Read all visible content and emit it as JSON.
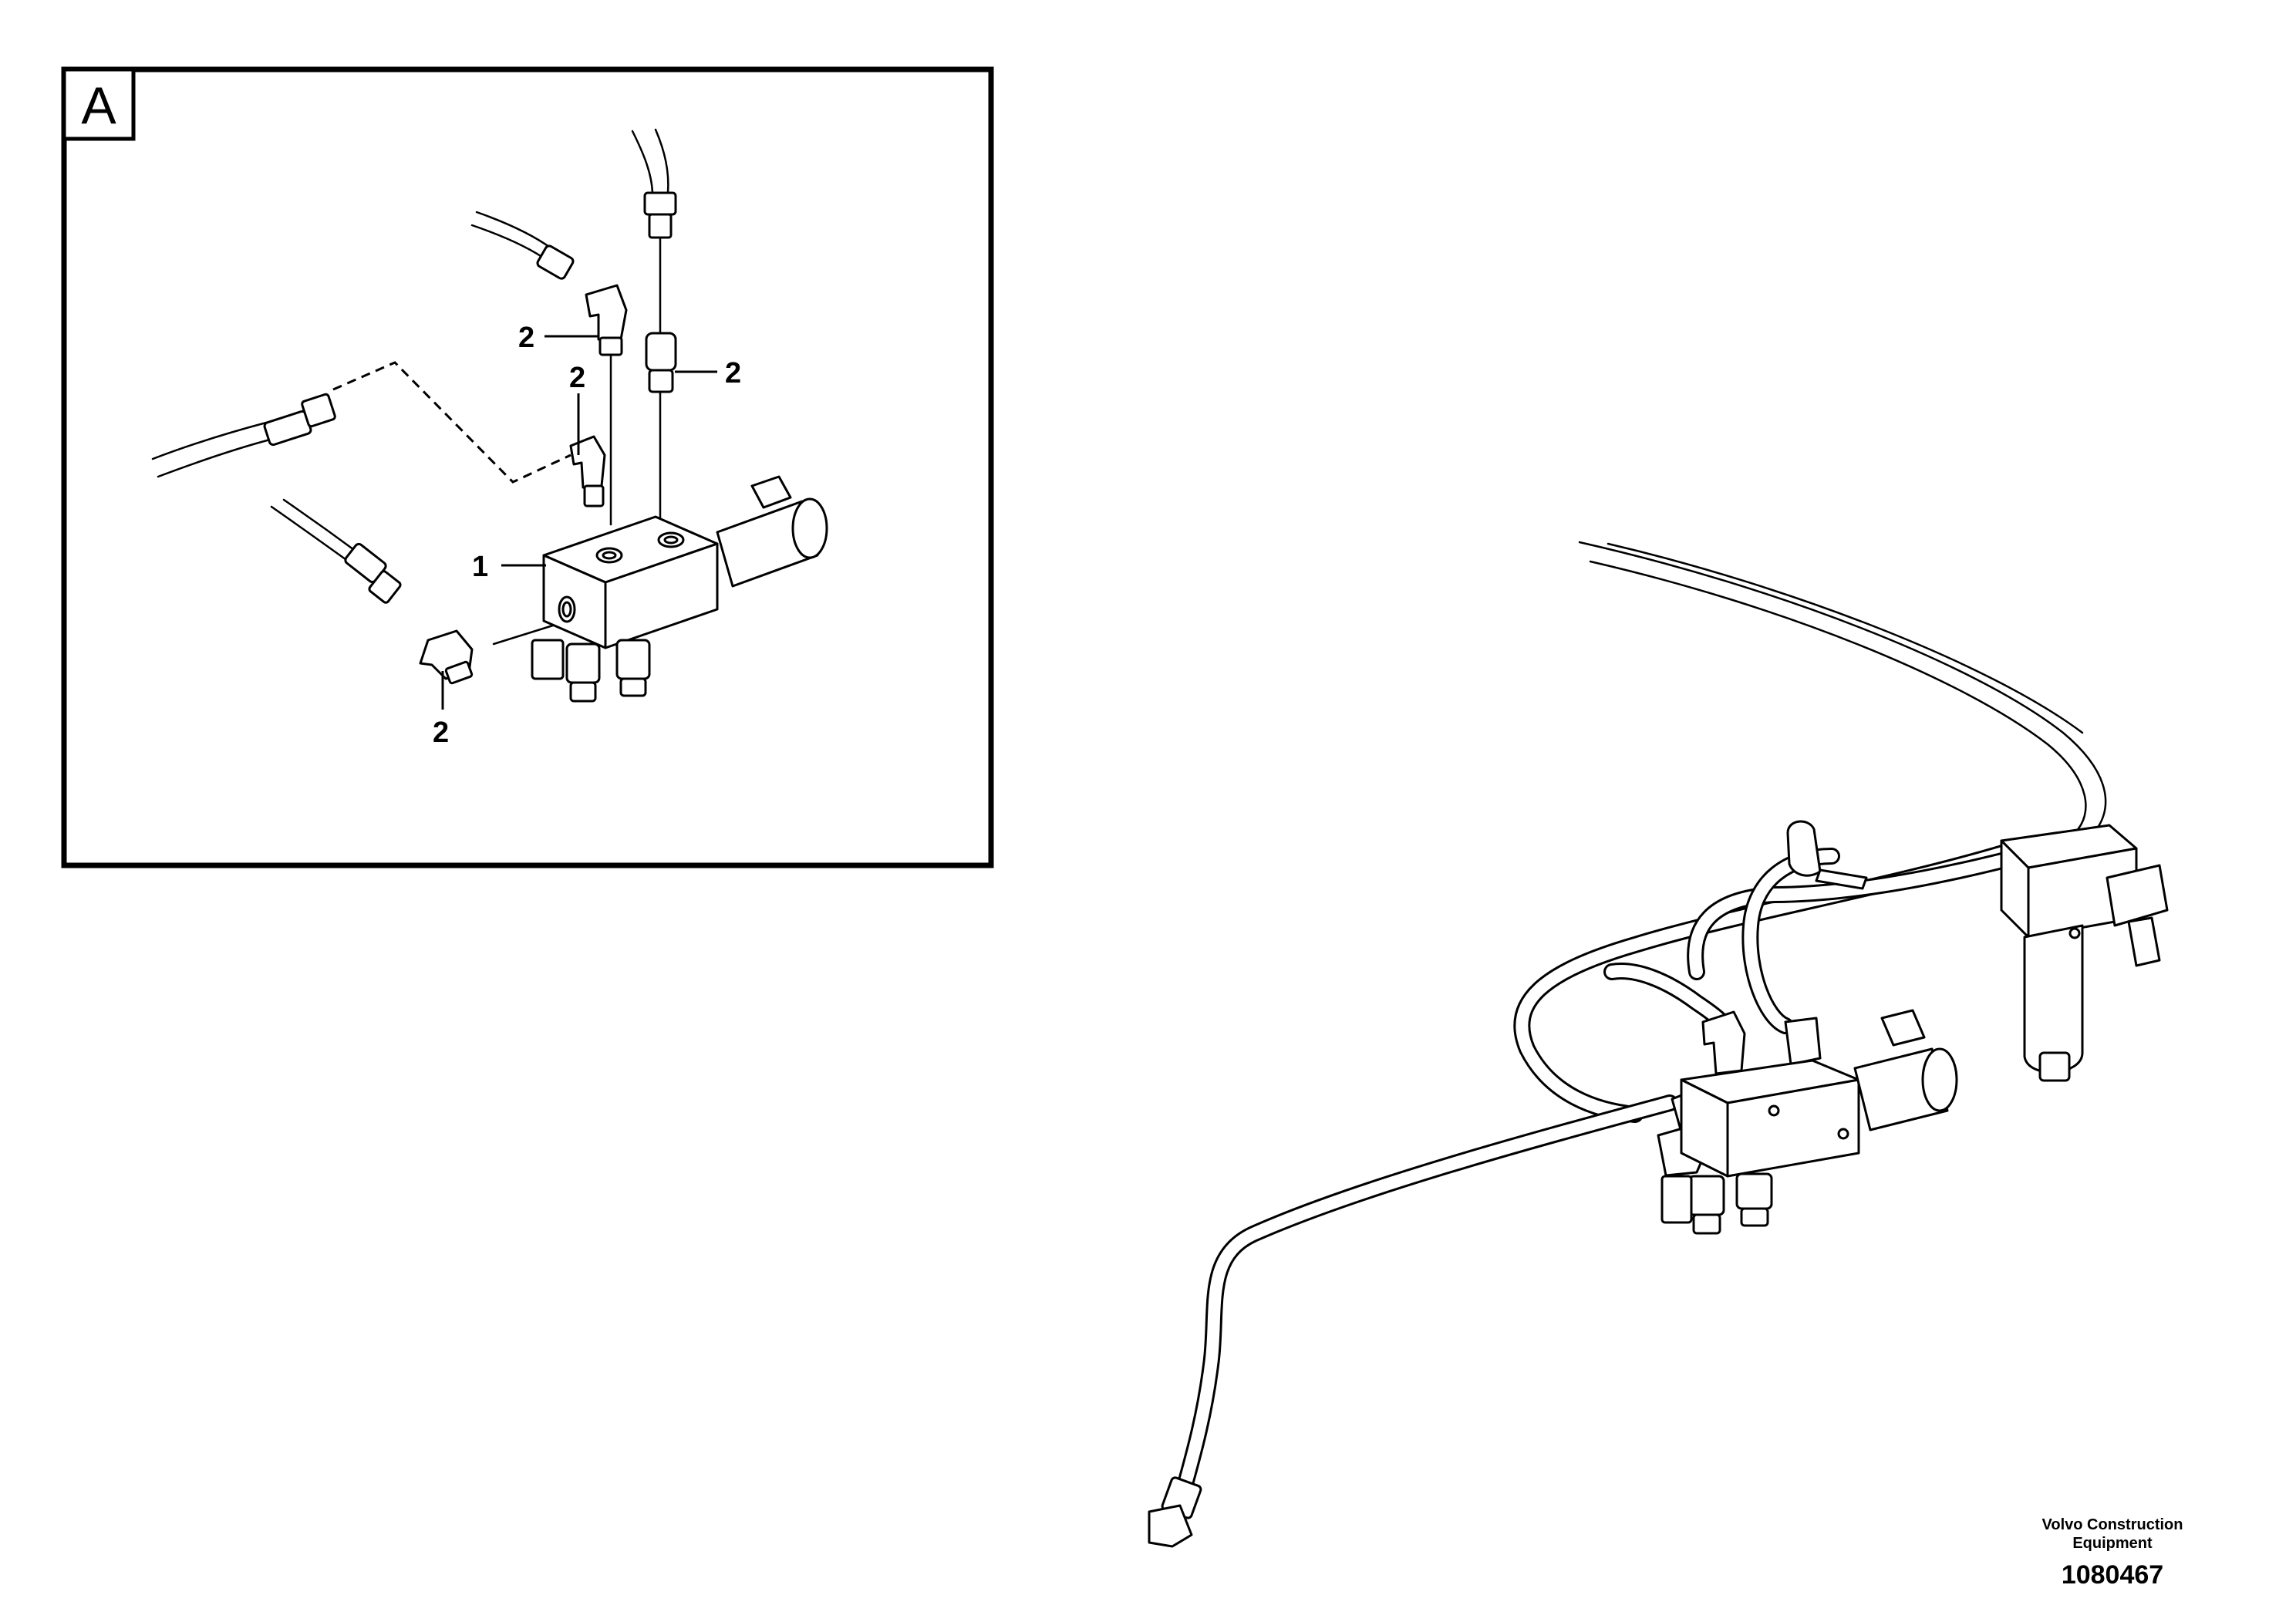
{
  "inset": {
    "view_label": "A",
    "callouts": {
      "valve_block": "1",
      "fitting_top_left": "2",
      "fitting_top_right": "2",
      "fitting_middle": "2",
      "fitting_bottom": "2"
    }
  },
  "footer": {
    "manufacturer": "Volvo Construction\nEquipment",
    "drawing_number": "1080467"
  }
}
